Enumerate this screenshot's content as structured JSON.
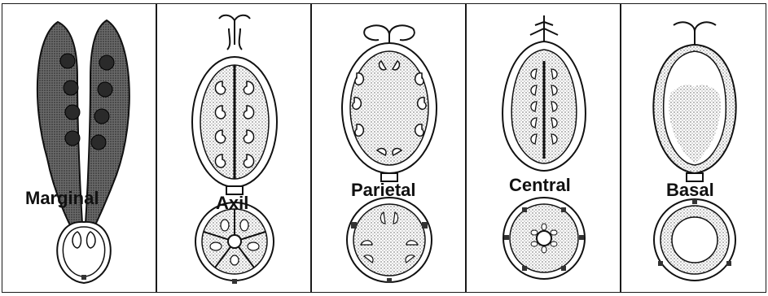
{
  "panels": [
    {
      "id": "marginal",
      "label": "Marginal"
    },
    {
      "id": "axil",
      "label": "Axil"
    },
    {
      "id": "parietal",
      "label": "Parietal"
    },
    {
      "id": "central",
      "label": "Central"
    },
    {
      "id": "basal",
      "label": "Basal"
    }
  ],
  "colors": {
    "ink": "#1a1a1a",
    "stipple": "#c9c9c9",
    "pod": "#4a4a4a",
    "seed": "#2a2a2a"
  }
}
